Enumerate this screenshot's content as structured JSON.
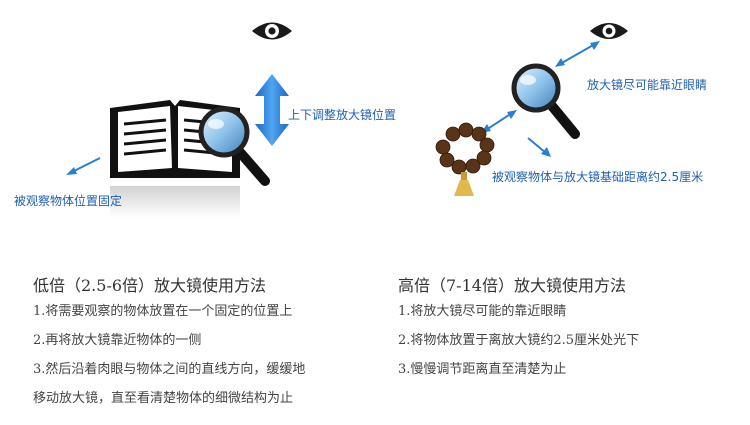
{
  "illustration": {
    "left_label_vertical": "上下调整放大镜位置",
    "left_label_bottom": "被观察物体位置固定",
    "right_label_top": "放大镜尽可能靠近眼睛",
    "right_label_bottom": "被观察物体与放大镜基础距离约2.5厘米"
  },
  "low_power": {
    "title": "低倍（2.5-6倍）放大镜使用方法",
    "steps": [
      "1.将需要观察的物体放置在一个固定的位置上",
      "2.再将放大镜靠近物体的一侧",
      "3.然后沿着肉眼与物体之间的直线方向，缓缓地",
      "移动放大镜，直至看清楚物体的细微结构为止"
    ]
  },
  "high_power": {
    "title": "高倍（7-14倍）放大镜使用方法",
    "steps": [
      "1.将放大镜尽可能的靠近眼睛",
      "2.将物体放置于离放大镜约2.5厘米处光下",
      "3.慢慢调节距离直至清楚为止"
    ]
  },
  "colors": {
    "arrow_blue": "#2a7fd4",
    "label_blue": "#1f5fb4",
    "icon_dark": "#1a1a1a"
  }
}
